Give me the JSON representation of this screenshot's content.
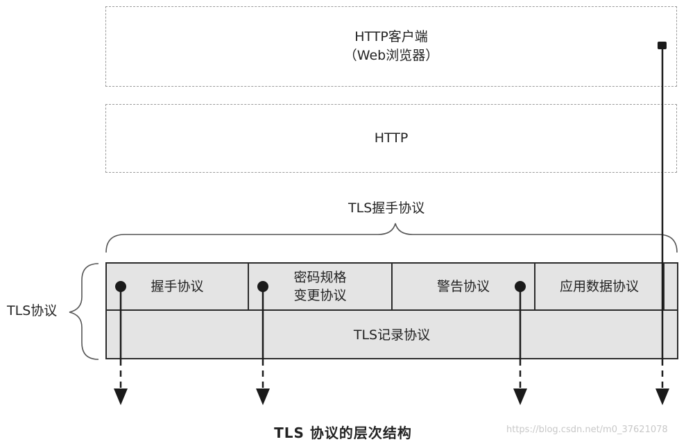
{
  "diagram": {
    "client": {
      "line1": "HTTP客户端",
      "line2": "（Web浏览器）"
    },
    "http_layer": "HTTP",
    "handshake_brace_label": "TLS握手协议",
    "tls_brace_label": "TLS协议",
    "subprotocols": [
      {
        "line1": "握手协议",
        "line2": ""
      },
      {
        "line1": "密码规格",
        "line2": "变更协议"
      },
      {
        "line1": "警告协议",
        "line2": ""
      },
      {
        "line1": "应用数据协议",
        "line2": ""
      }
    ],
    "record_layer": "TLS记录协议",
    "caption": "TLS 协议的层次结构",
    "watermark": "https://blog.csdn.net/m0_37621078"
  }
}
